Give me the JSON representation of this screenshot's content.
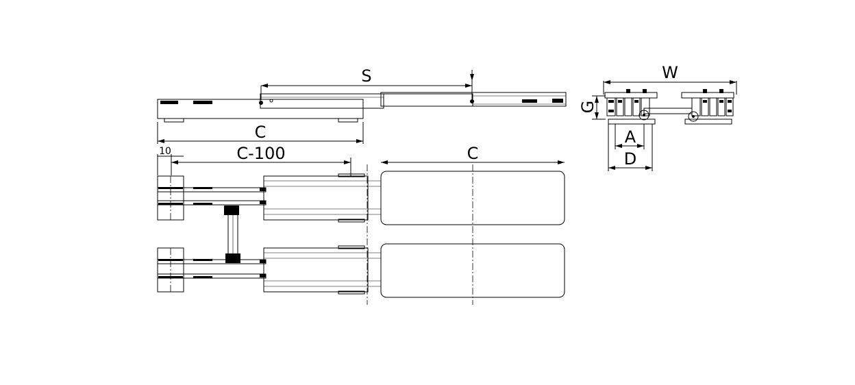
{
  "drawing": {
    "side_view": {
      "dim_stroke": "S",
      "dim_total": "C"
    },
    "plan_view": {
      "dim_offset": "10",
      "dim_reduced": "C-100",
      "dim_carriage": "C"
    },
    "end_view": {
      "dim_width": "W",
      "dim_height": "G",
      "dim_inner": "A",
      "dim_outer": "D"
    }
  }
}
